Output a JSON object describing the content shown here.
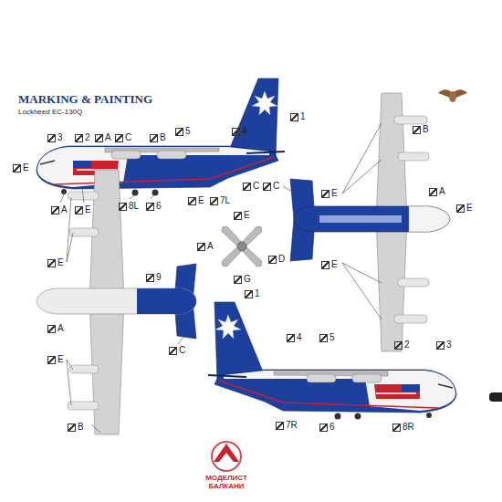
{
  "diagram": {
    "title": "MARKING & PAINTING",
    "labels": [
      "Lockheed EC-130Q",
      "3",
      "2",
      "A",
      "C",
      "B",
      "5",
      "4",
      "1",
      "E",
      "A",
      "E",
      "8L",
      "6",
      "E",
      "7L",
      "C",
      "B",
      "E",
      "C",
      "A",
      "E",
      "E",
      "E",
      "A",
      "D",
      "G",
      "E",
      "9",
      "A",
      "E",
      "C",
      "B",
      "1",
      "4",
      "5",
      "2",
      "3",
      "7R",
      "6",
      "8R",
      "МОДЕЛИСТ БАЛКАНИ"
    ]
  }
}
